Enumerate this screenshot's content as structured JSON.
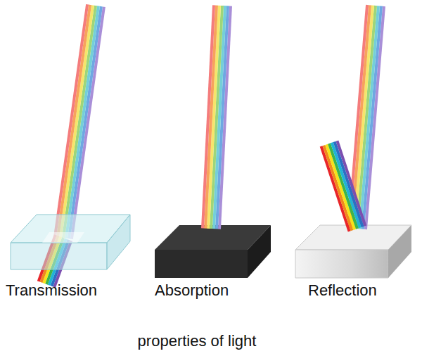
{
  "diagram": {
    "caption": "properties of light",
    "labels": [
      "Transmission",
      "Absorption",
      "Reflection"
    ]
  }
}
